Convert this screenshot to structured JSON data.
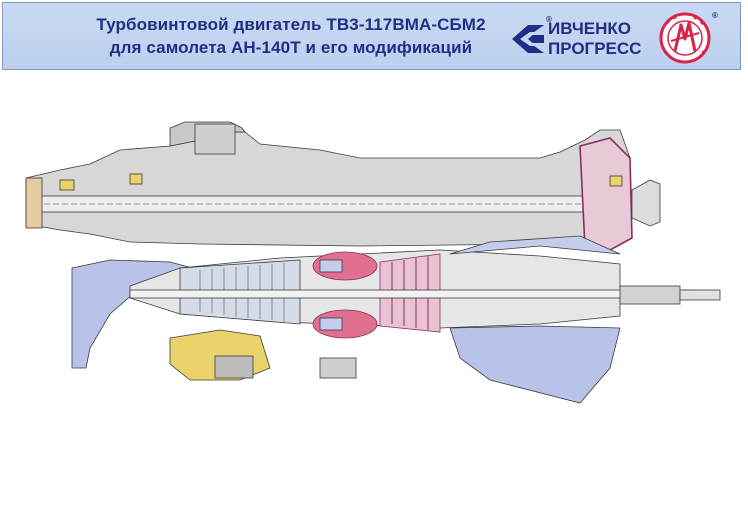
{
  "header": {
    "title_line1": "Турбовинтовой двигатель ТВ3-117ВМА-СБМ2",
    "title_line2": "для самолета АН-140Т и его модификаций"
  },
  "brand": {
    "line1": "ИВЧЕНКО",
    "line2": "ПРОГРЕСС",
    "reg_mark": "®"
  },
  "seal": {
    "icon": "motor-sich-emblem-icon",
    "reg_mark": "®"
  },
  "colors": {
    "banner_bg": "#c4d6f0",
    "title_text": "#1f2f86",
    "seal_red": "#d9234a",
    "casing_gray": "#d7d7d7",
    "outline": "#3b3b3b",
    "duct_blue": "#b9c3ea",
    "combustor_pink": "#e0708f",
    "casing_purple": "#8b2e63",
    "accessory_yellow": "#e9d36a"
  }
}
